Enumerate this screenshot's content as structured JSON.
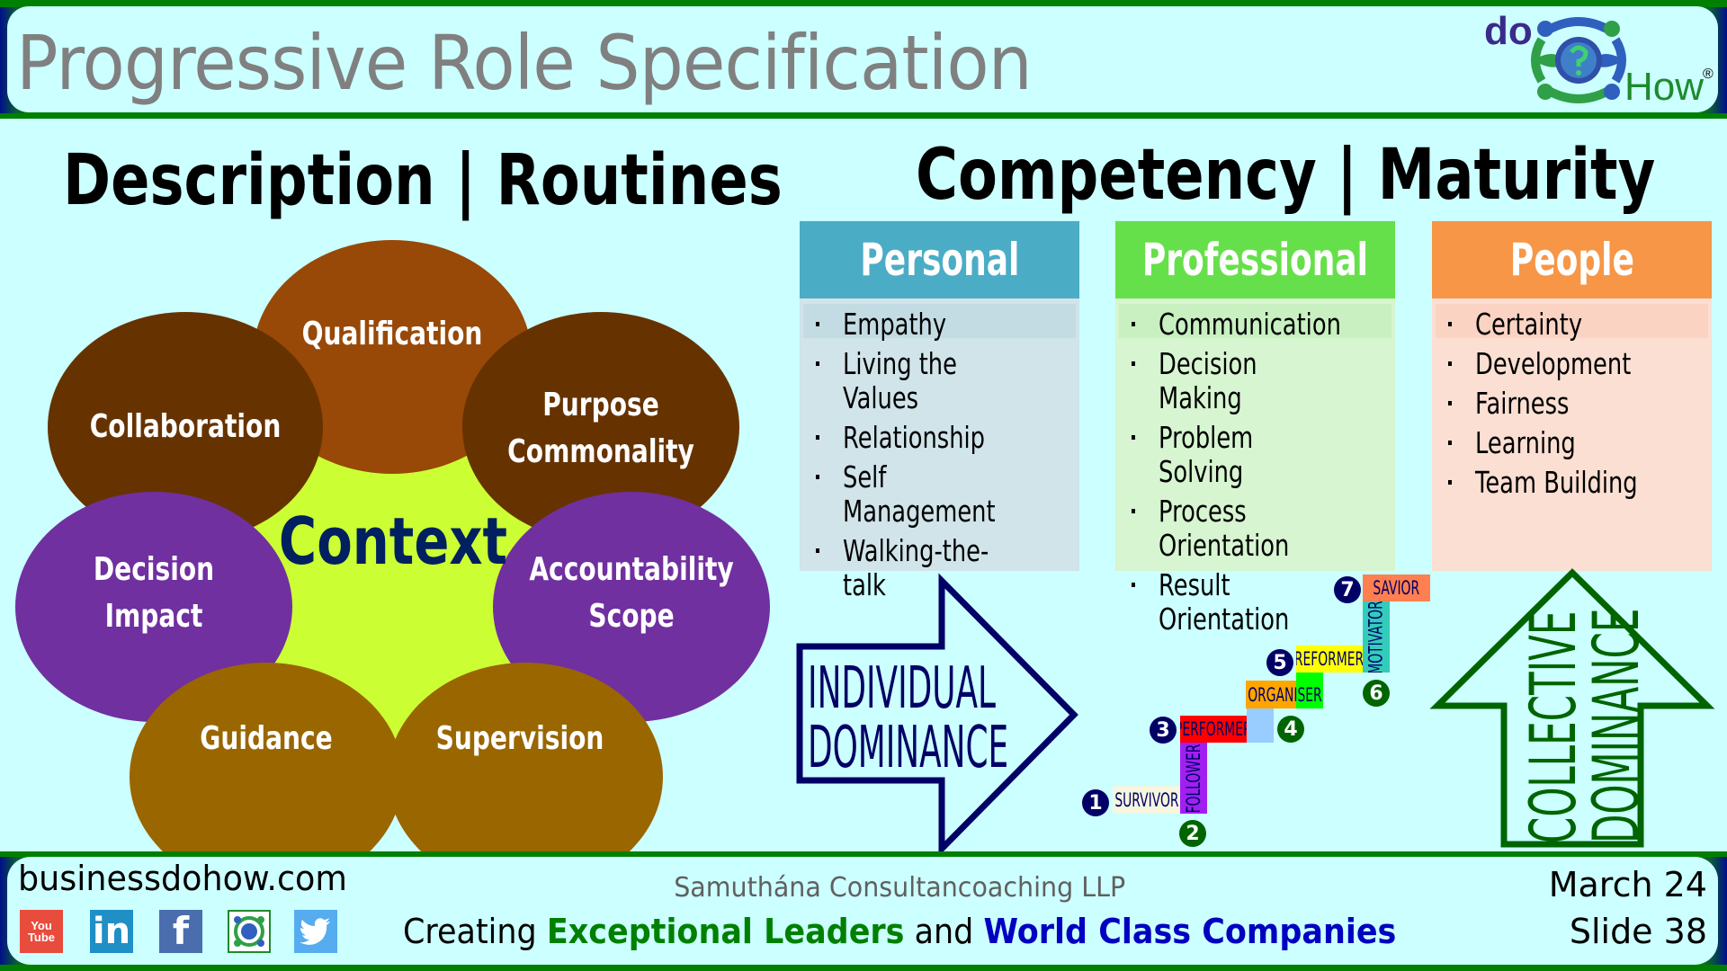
{
  "header": {
    "title": "Progressive Role Specification",
    "logo": {
      "word_top": "do",
      "word_bottom": "How",
      "registered": "®",
      "icon": "dohow-people-circle-logo"
    }
  },
  "left_section": {
    "heading": "Description | Routines",
    "center_label": "Context",
    "ellipses": [
      {
        "label_lines": [
          "Qualification"
        ],
        "color": "#984807"
      },
      {
        "label_lines": [
          "Collaboration"
        ],
        "color": "#663300"
      },
      {
        "label_lines": [
          "Purpose",
          "Commonality"
        ],
        "color": "#663300"
      },
      {
        "label_lines": [
          "Decision",
          "Impact"
        ],
        "color": "#7030a0"
      },
      {
        "label_lines": [
          "Accountability",
          "Scope"
        ],
        "color": "#7030a0"
      },
      {
        "label_lines": [
          "Guidance"
        ],
        "color": "#996600"
      },
      {
        "label_lines": [
          "Supervision"
        ],
        "color": "#996600"
      }
    ],
    "center_color": "#ccff33"
  },
  "right_section": {
    "heading": "Competency | Maturity",
    "columns": [
      {
        "title": "Personal",
        "head_color": "#4bacc6",
        "body_color": "#d0e4ea",
        "band_color": "#c3dce4",
        "items": [
          "Empathy",
          "Living the Values",
          "Relationship",
          "Self Management",
          "Walking-the-talk"
        ]
      },
      {
        "title": "Professional",
        "head_color": "#66e04a",
        "body_color": "#d6f5d0",
        "band_color": "#c8f0c0",
        "items": [
          "Communication",
          "Decision Making",
          "Problem Solving",
          "Process\nOrientation",
          "Result Orientation"
        ]
      },
      {
        "title": "People",
        "head_color": "#f79646",
        "body_color": "#fadfd2",
        "band_color": "#fad3c3",
        "items": [
          "Certainty",
          "Development",
          "Fairness",
          "Learning",
          "Team Building"
        ]
      }
    ],
    "individual_arrow": {
      "lines": [
        "INDIVIDUAL",
        "DOMINANCE"
      ],
      "color": "#000066"
    },
    "collective_arrow": {
      "lines": [
        "COLLECTIVE",
        "DOMINANCE"
      ],
      "color": "#006400"
    },
    "staircase": {
      "steps": [
        {
          "num": "1",
          "label": "SURVIVOR",
          "color": "#f5f5e0",
          "badge_color": "#000066"
        },
        {
          "num": "2",
          "label": "FOLLOWER",
          "color": "#a020f0",
          "badge_color": "#006400"
        },
        {
          "num": "3",
          "label": "PERFORMER",
          "color": "#ff0000",
          "badge_color": "#000066"
        },
        {
          "num": "4",
          "label": "ORGANISER",
          "color": "#ffa500",
          "badge_color": "#006400"
        },
        {
          "num": "5",
          "label": "REFORMER",
          "color": "#ffff00",
          "badge_color": "#000066"
        },
        {
          "num": "6",
          "label": "MOTIVATOR",
          "color": "#33ccbb",
          "badge_color": "#006400"
        },
        {
          "num": "7",
          "label": "SAVIOR",
          "color": "#ff7f50",
          "badge_color": "#000066"
        }
      ],
      "organiser_split": [
        "ORGANI",
        "SER"
      ],
      "connector_color": "#99ccff",
      "ser_color": "#00ff00"
    }
  },
  "footer": {
    "website": "businessdohow.com",
    "social": [
      {
        "name": "youtube",
        "label": "You\nTube",
        "color": "#e84c3d"
      },
      {
        "name": "linkedin",
        "label": "in",
        "color": "#1f8fc6"
      },
      {
        "name": "facebook",
        "label": "f",
        "color": "#4a6ead"
      },
      {
        "name": "dohow",
        "label": "",
        "color": "#ffffff"
      },
      {
        "name": "twitter",
        "label": "",
        "color": "#55acee"
      }
    ],
    "company": "Samuthána Consultancoaching LLP",
    "tagline": {
      "prefix": "Creating ",
      "green": "Exceptional Leaders",
      "middle": " and ",
      "blue": "World Class Companies"
    },
    "date": "March 24",
    "slide": "Slide 38"
  }
}
